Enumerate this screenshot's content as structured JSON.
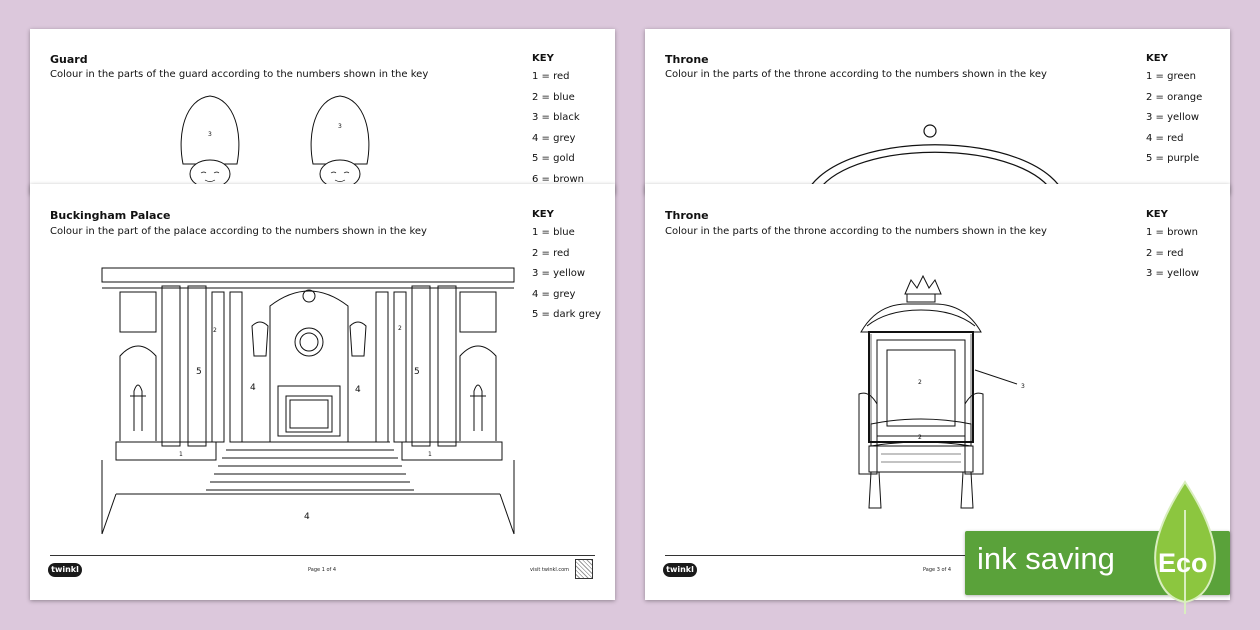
{
  "sheets": {
    "guard": {
      "title": "Guard",
      "instructions": "Colour in the parts of the guard according to the numbers shown in the key",
      "key_title": "KEY",
      "key": [
        "1 = red",
        "2 = blue",
        "3 = black",
        "4 = grey",
        "5 = gold",
        "6 = brown"
      ],
      "labels": [
        "3",
        "3"
      ]
    },
    "throne_top": {
      "title": "Throne",
      "instructions": "Colour in the parts of the throne according to the numbers shown in the key",
      "key_title": "KEY",
      "key": [
        "1 = green",
        "2 = orange",
        "3 = yellow",
        "4 = red",
        "5 = purple"
      ]
    },
    "palace": {
      "title": "Buckingham Palace",
      "instructions": "Colour in the part of the palace according to the numbers shown in the key",
      "key_title": "KEY",
      "key": [
        "1 = blue",
        "2 = red",
        "3 = yellow",
        "4 = grey",
        "5 = dark grey"
      ],
      "labels": [
        "5",
        "2",
        "4",
        "4",
        "2",
        "5",
        "1",
        "1",
        "4"
      ],
      "footer": {
        "logo": "twinkl",
        "page": "Page 1 of 4",
        "visit": "visit twinkl.com"
      }
    },
    "throne": {
      "title": "Throne",
      "instructions": "Colour in the parts of the throne according to the numbers shown in the key",
      "key_title": "KEY",
      "key": [
        "1 = brown",
        "2 = red",
        "3 = yellow"
      ],
      "labels": [
        "2",
        "3",
        "2"
      ],
      "footer": {
        "logo": "twinkl",
        "page": "Page 3 of 4"
      }
    }
  },
  "badge": {
    "text": "ink saving",
    "leaf_label": "Eco"
  },
  "colors": {
    "background": "#dcc8dc",
    "badge_green": "#5aa23a",
    "leaf_green": "#8cc63f"
  }
}
